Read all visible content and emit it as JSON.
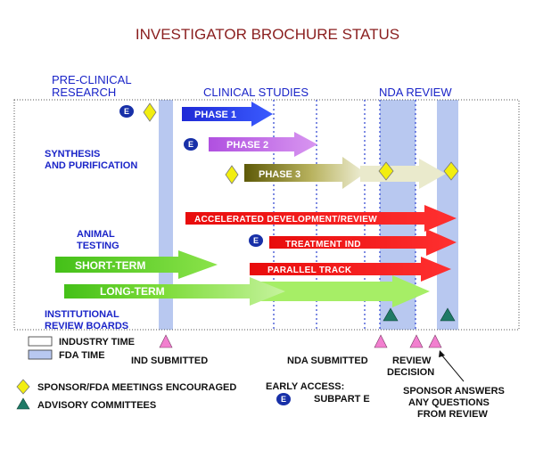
{
  "title": "INVESTIGATOR BROCHURE STATUS",
  "headers": {
    "preclinical_line1": "PRE-CLINICAL",
    "preclinical_line2": "RESEARCH",
    "clinical": "CLINICAL STUDIES",
    "nda": "NDA REVIEW"
  },
  "left_labels": {
    "synthesis_line1": "SYNTHESIS",
    "synthesis_line2": "AND PURIFICATION",
    "animal_line1": "ANIMAL",
    "animal_line2": "TESTING",
    "irb_line1": "INSTITUTIONAL",
    "irb_line2": "REVIEW BOARDS"
  },
  "phases": {
    "phase1": "PHASE 1",
    "phase2": "PHASE 2",
    "phase3": "PHASE 3"
  },
  "red_bars": {
    "accelerated": "ACCELERATED  DEVELOPMENT/REVIEW",
    "treatment": "TREATMENT IND",
    "parallel": "PARALLEL TRACK"
  },
  "green_bars": {
    "short_term": "SHORT-TERM",
    "long_term": "LONG-TERM"
  },
  "e_marker": "E",
  "milestones": {
    "ind_submitted": "IND SUBMITTED",
    "nda_submitted": "NDA SUBMITTED",
    "review_decision_line1": "REVIEW",
    "review_decision_line2": "DECISION",
    "sponsor_answers_line1": "SPONSOR ANSWERS",
    "sponsor_answers_line2": "ANY QUESTIONS",
    "sponsor_answers_line3": "FROM REVIEW"
  },
  "legend": {
    "industry_time": "INDUSTRY TIME",
    "fda_time": "FDA TIME",
    "meetings": "SPONSOR/FDA MEETINGS ENCOURAGED",
    "advisory": "ADVISORY COMMITTEES",
    "early_access_line1": "EARLY ACCESS:",
    "early_access_line2": "SUBPART E"
  },
  "colors": {
    "fda_band": "#b8c8f0",
    "phase_blue": "#1f2ad6",
    "phase_purple": "#c060e0",
    "phase3_dark": "#6e6a10",
    "phase3_light": "#eaeacc",
    "red": "#f01414",
    "green": "#55cc22",
    "green_light": "#a6ee66",
    "diamond": "#f2ee10",
    "advisory": "#1f7a66",
    "milestone": "#f27fcf",
    "e_marker": "#1830a8"
  }
}
